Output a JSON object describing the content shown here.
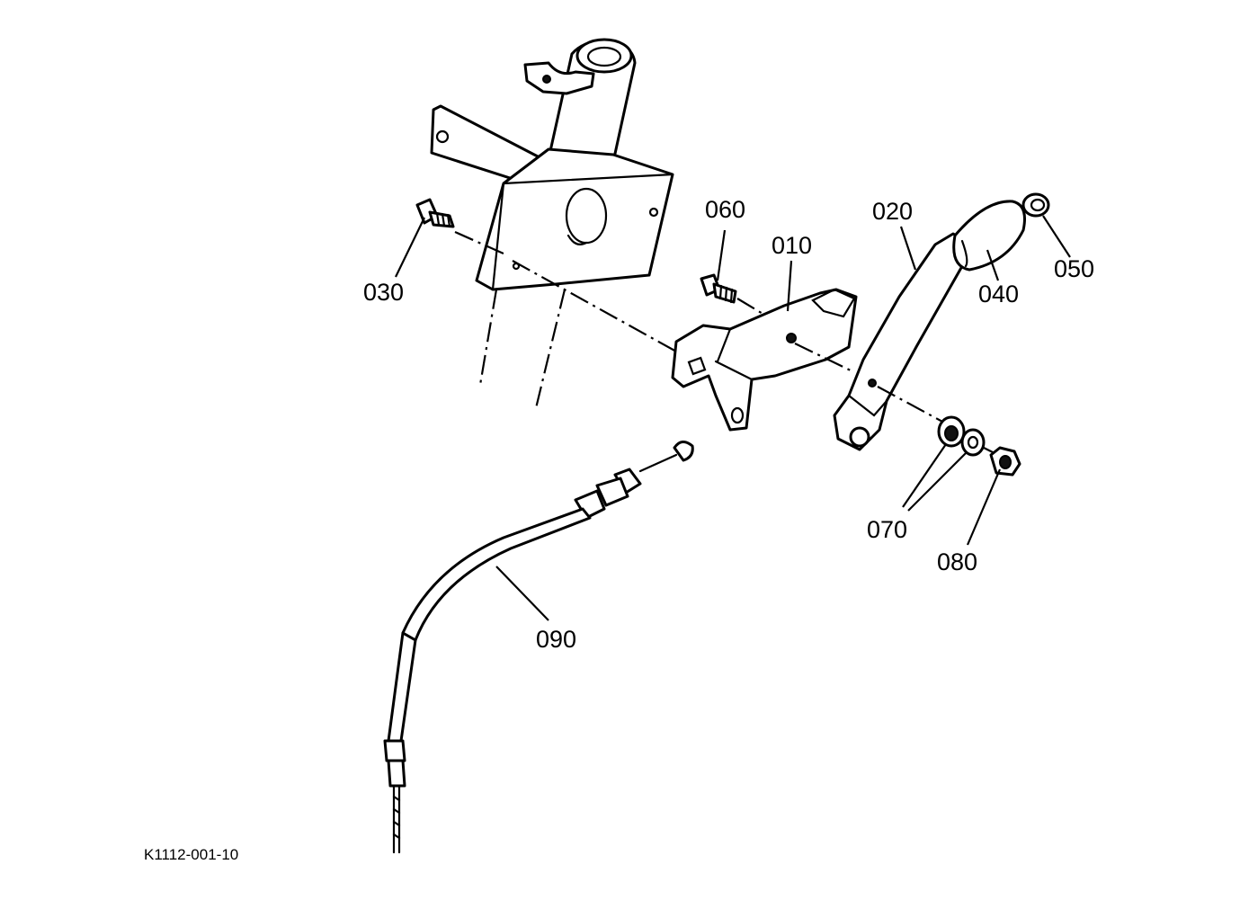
{
  "labels": {
    "p010": "010",
    "p020": "020",
    "p030": "030",
    "p040": "040",
    "p050": "050",
    "p060": "060",
    "p070": "070",
    "p080": "080",
    "p090": "090"
  },
  "figure_code": "K1112-001-10"
}
